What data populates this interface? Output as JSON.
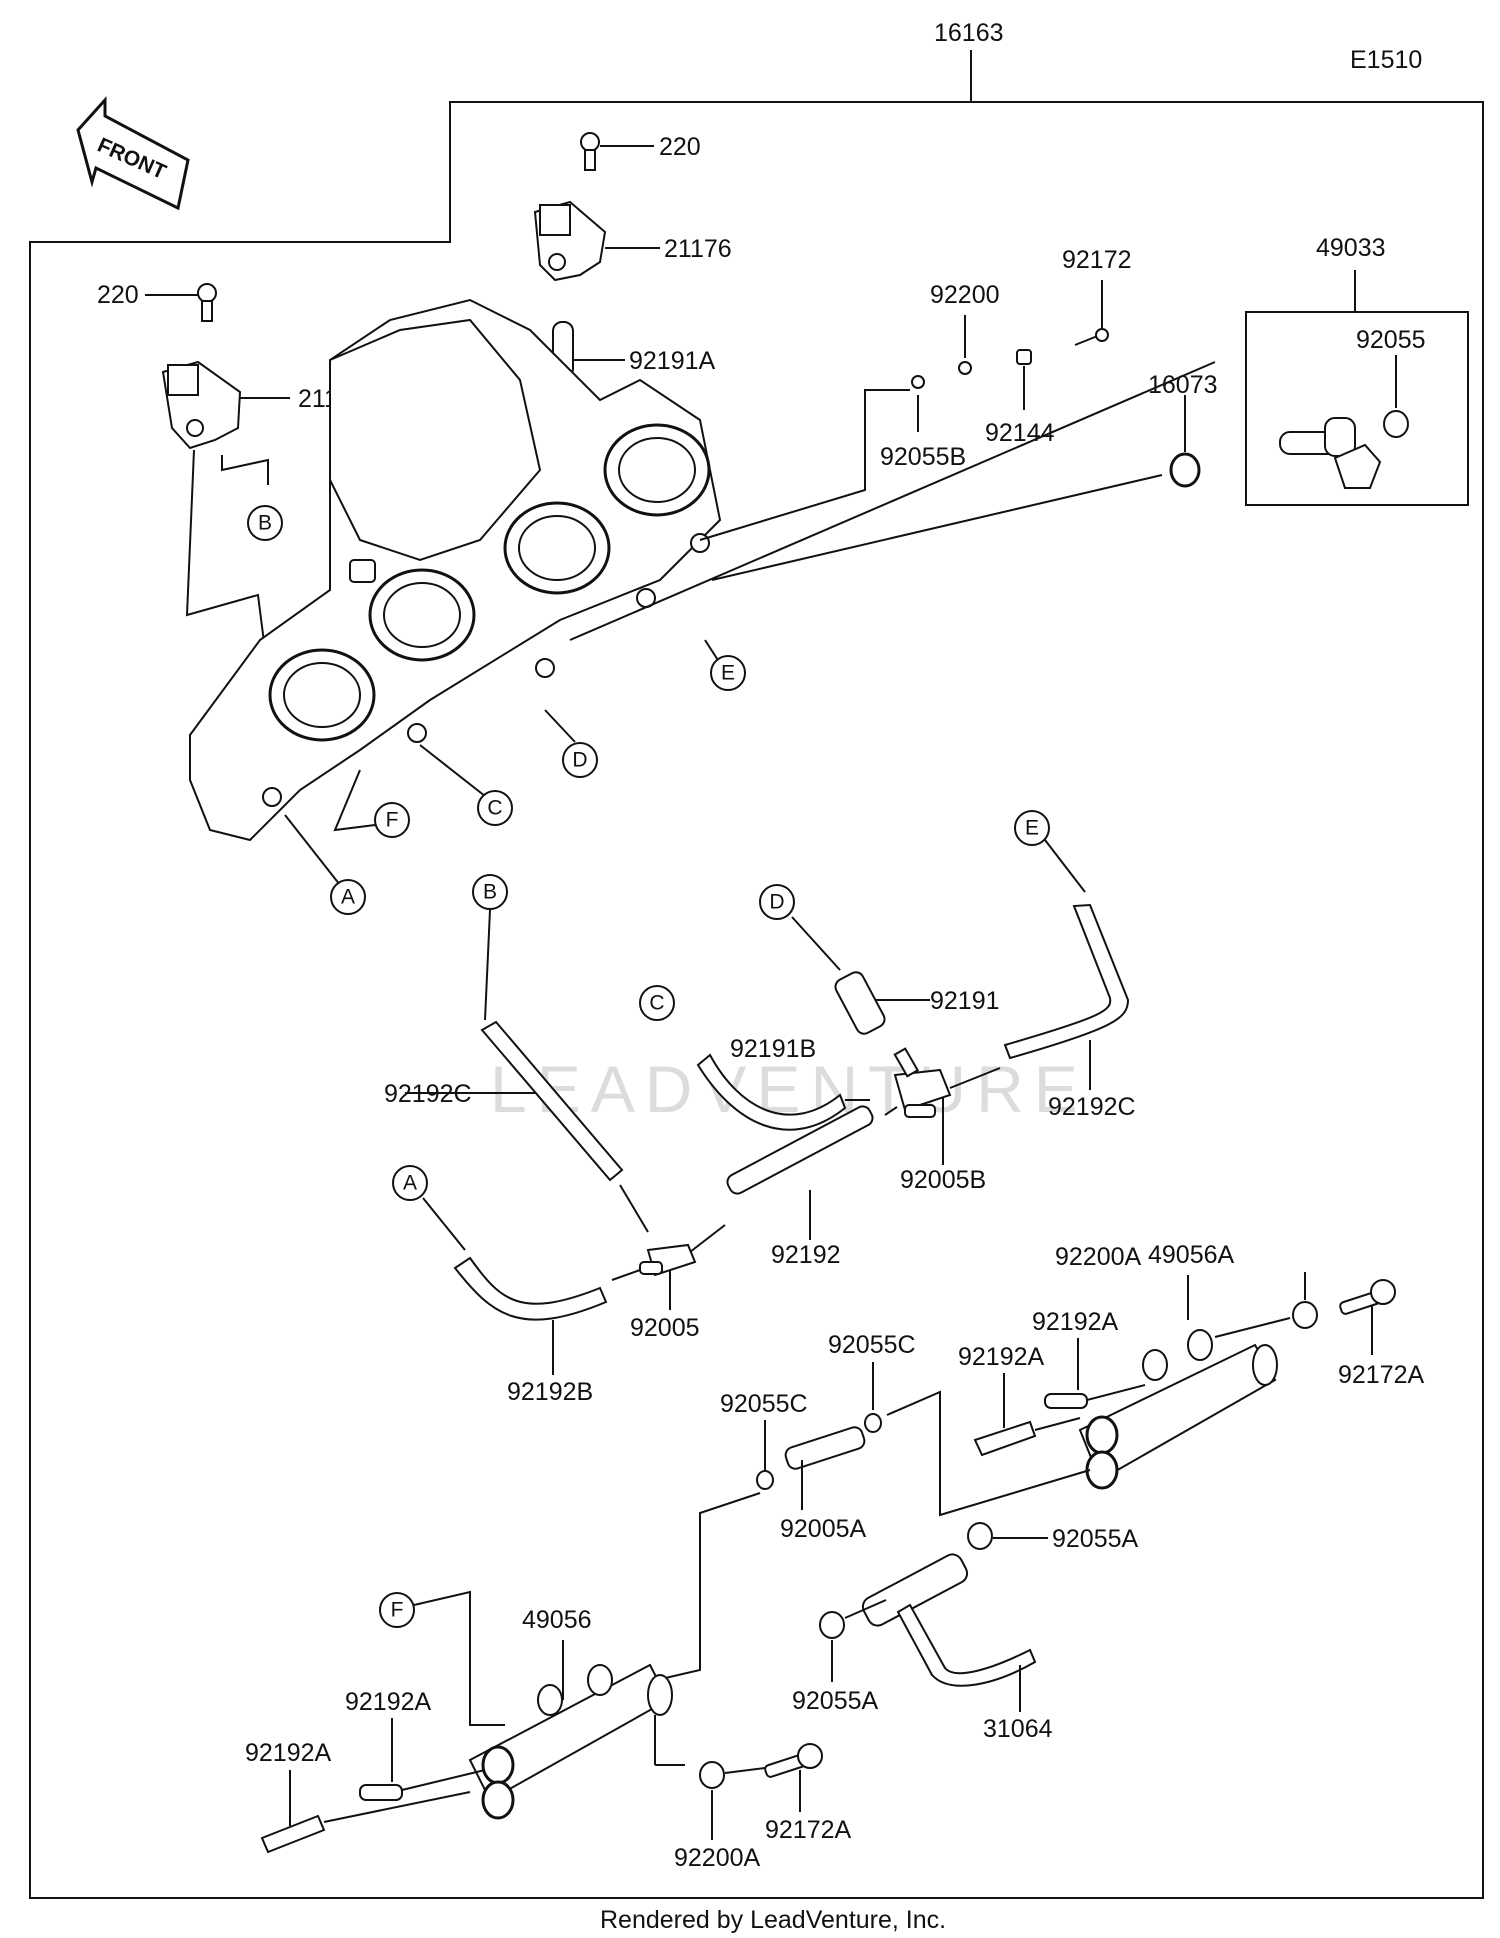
{
  "diagram": {
    "code": "E1510",
    "footer": "Rendered by LeadVenture, Inc.",
    "front_label": "FRONT",
    "watermark": "LEADVENTURE",
    "parts": {
      "throttle_assy": "16163",
      "screw_top": "220",
      "sensor_top": "21176",
      "screw_left": "220",
      "sensor_left": "21176",
      "hose_sensor": "92191A",
      "oring_a": "92200",
      "screw_b": "92172",
      "injector_assy": "49033",
      "oring_injector": "92055",
      "cap_16073": "16073",
      "washer_b": "92055B",
      "spring": "92144",
      "hose_b_92192c": "92192C",
      "hose_b2_92191b": "92191B",
      "hose_92191": "92191",
      "hose_e_92192c": "92192C",
      "joint_b": "92005B",
      "hose_92192": "92192",
      "joint": "92005",
      "hose_a_92192b": "92192B",
      "oring_92200a_top": "92200A",
      "pipe_49056a": "49056A",
      "hose_92192a_1": "92192A",
      "hose_92192a_2": "92192A",
      "bolt_92172a_top": "92172A",
      "oring_92055c_1": "92055C",
      "oring_92055c_2": "92055C",
      "joint_92005a": "92005A",
      "oring_92055a_right": "92055A",
      "pipe_49056": "49056",
      "hose_92192a_3": "92192A",
      "hose_92192a_4": "92192A",
      "oring_92055a_bottom": "92055A",
      "pipe_31064": "31064",
      "oring_92200a_bottom": "92200A",
      "bolt_92172a_bottom": "92172A"
    },
    "refs": {
      "A": "A",
      "B": "B",
      "C": "C",
      "D": "D",
      "E": "E",
      "F": "F"
    }
  }
}
